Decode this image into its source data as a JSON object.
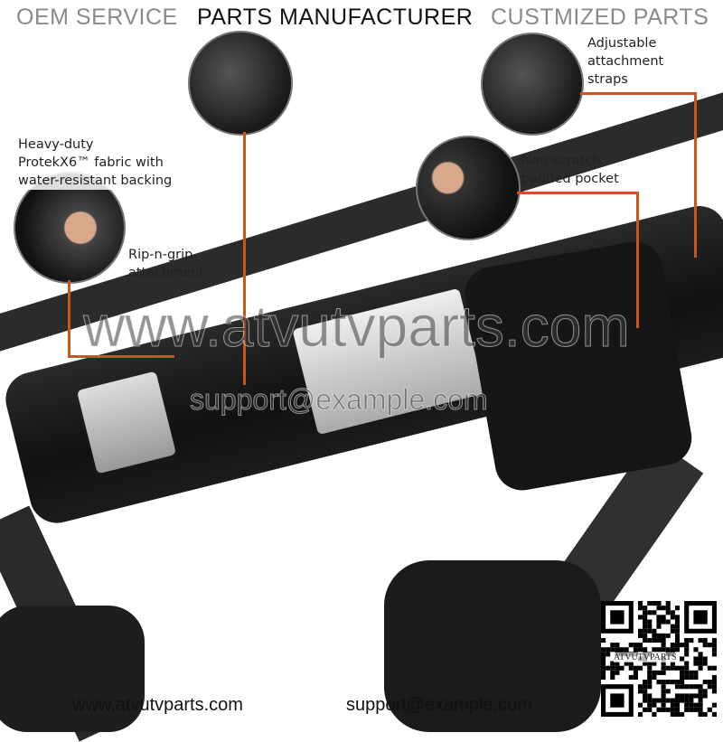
{
  "header": {
    "items": [
      "OEM SERVICE",
      "PARTS MANUFACTURER",
      "CUSTMIZED PARTS"
    ]
  },
  "callouts": {
    "fabric": "Heavy-duty\nProtekX6™ fabric with\nwater-resistant backing",
    "straps": "Adjustable\nattachment\nstraps",
    "pocket": "Non-scratch\npadded pocket",
    "grip": "Rip-n-grip\nattachment"
  },
  "watermark": {
    "url": "www.atvutvparts.com",
    "email": "support@example.com"
  },
  "footer": {
    "url": "www.atvutvparts.com",
    "email": "support@example.com"
  },
  "qr": {
    "label": "ATVUTVPARTS"
  },
  "colors": {
    "accent": "#c8561e"
  }
}
